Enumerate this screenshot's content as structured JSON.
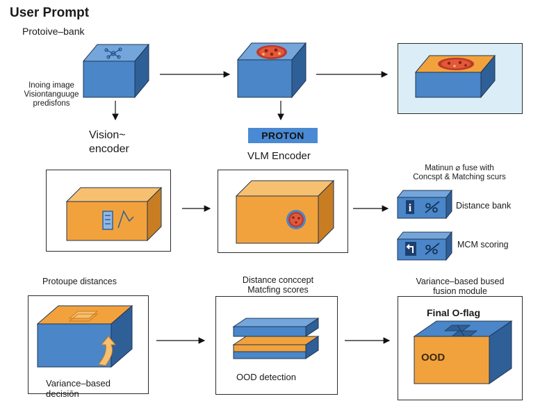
{
  "header": {
    "title": "User Prompt",
    "subtitle": "Protoive–bank"
  },
  "labels": {
    "input_line1": "Inoing image",
    "input_line2": "Visiontanguuge",
    "input_line3": "predisfons",
    "vision_line1": "Vision~",
    "vision_line2": "encoder",
    "proton_badge": "PROTON",
    "vlm_encoder": "VLM Encoder",
    "fuse_line1": "Matinun ⌀ fuse with",
    "fuse_line2": "Concspt & Matching scurs",
    "distance_bank": "Distance bank",
    "mcm_scoring": "MCM scoring",
    "prototype_distances": "Protoupe distances",
    "distance_concept_line1": "Distance conccept",
    "distance_concept_line2": "Matcfing scores",
    "variance_fusion_line1": "Variance–based bused",
    "variance_fusion_line2": "fusion module",
    "final_flag": "Final O-flag",
    "ood_box": "OOD",
    "ood_detection": "OOD detection",
    "variance_decision_line1": "Variance–based",
    "variance_decision_line2": "decisiōn"
  },
  "colors": {
    "blue_front": "#4a86c8",
    "blue_top": "#74a6dc",
    "blue_side": "#2f5f97",
    "orange_front": "#f2a23d",
    "orange_top": "#f7c070",
    "orange_side": "#c97d22",
    "outline": "#1f3550",
    "panel_tint": "#dbeef7"
  },
  "icons": {
    "info": "info-icon",
    "link": "link-icon",
    "return": "return-arrow-icon",
    "document": "document-chart-icon",
    "pizza": "pizza-image-icon",
    "up_arrow": "curved-up-arrow-icon",
    "grid": "grid-icon"
  }
}
